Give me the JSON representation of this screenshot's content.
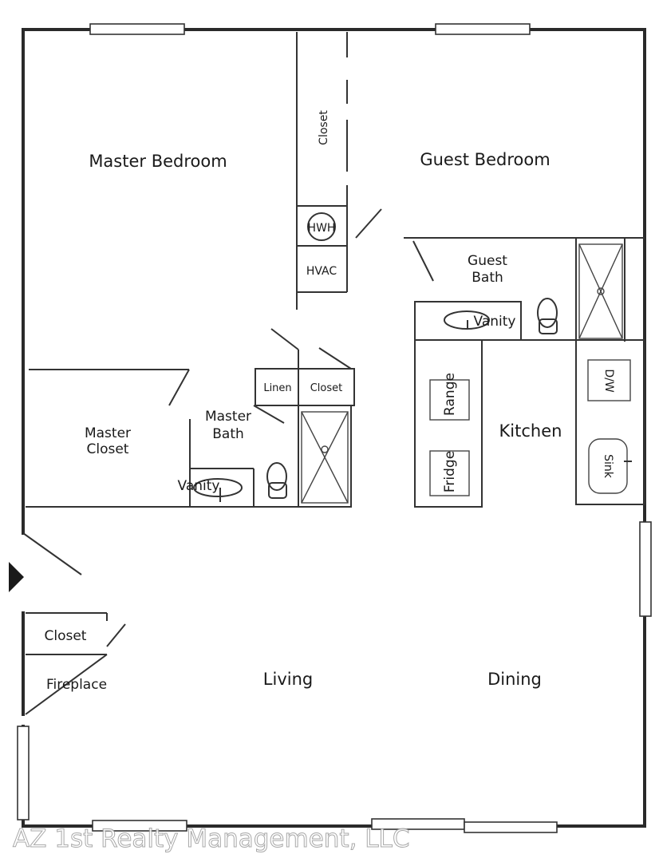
{
  "rooms": {
    "master_bedroom": "Master Bedroom",
    "guest_bedroom": "Guest Bedroom",
    "closet_top": "Closet",
    "hwh": "HWH",
    "hvac": "HVAC",
    "guest_bath_line1": "Guest",
    "guest_bath_line2": "Bath",
    "guest_vanity": "Vanity",
    "linen": "Linen",
    "closet_mid": "Closet",
    "master_closet_line1": "Master",
    "master_closet_line2": "Closet",
    "master_bath_line1": "Master",
    "master_bath_line2": "Bath",
    "master_vanity": "Vanity",
    "range": "Range",
    "fridge": "Fridge",
    "kitchen": "Kitchen",
    "dw": "D/W",
    "sink": "Sink",
    "closet_entry": "Closet",
    "fireplace": "Fireplace",
    "living": "Living",
    "dining": "Dining"
  },
  "watermark": "AZ 1st Realty Management, LLC"
}
